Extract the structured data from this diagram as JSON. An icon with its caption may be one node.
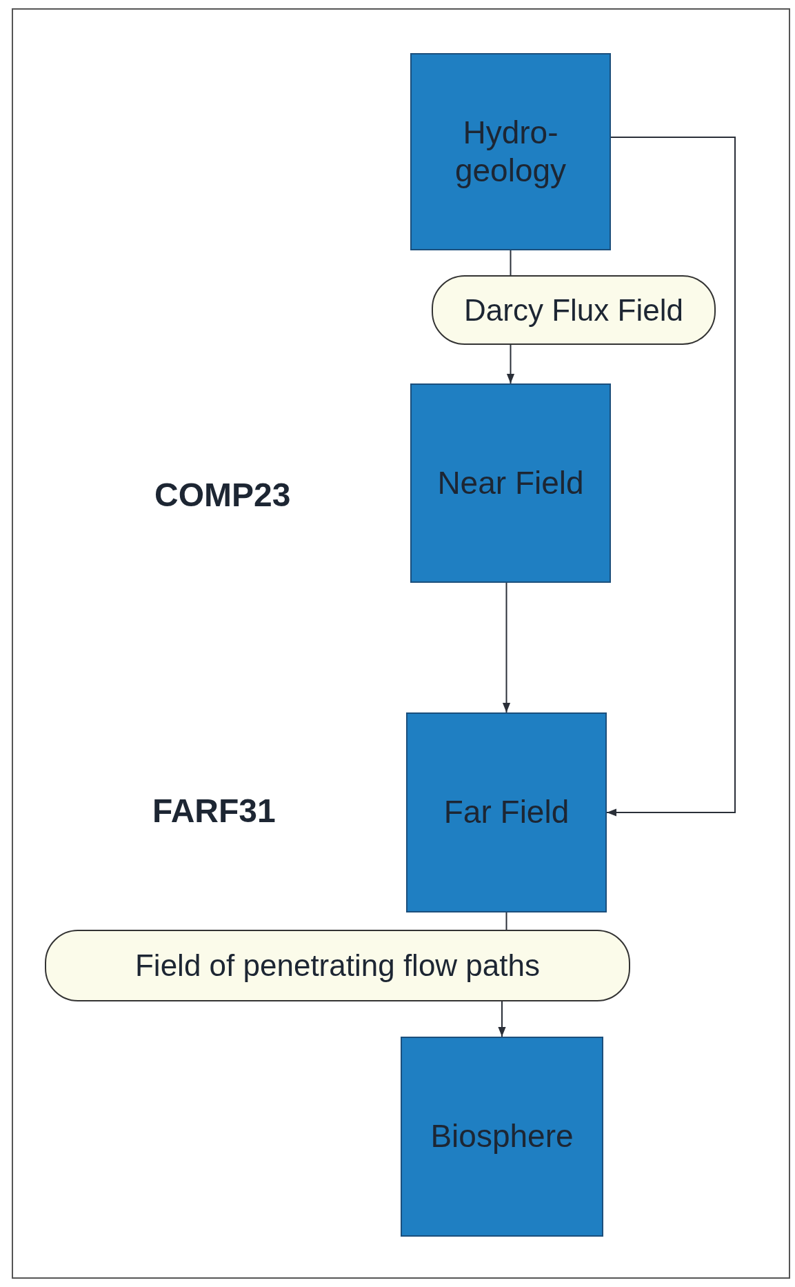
{
  "diagram": {
    "nodes": [
      {
        "text": [
          "Hydro- geology"
        ]
      },
      {
        "text": [
          "Darcy Flux Field"
        ]
      },
      {
        "text": [
          "Near Field"
        ]
      },
      {
        "text": [
          "Far Field"
        ]
      },
      {
        "text": [
          "Field of penetrating flow paths"
        ]
      },
      {
        "text": [
          "Biosphere"
        ]
      }
    ],
    "edges": [
      {
        "from": 0,
        "to": 1,
        "arrow": "none"
      },
      {
        "from": 1,
        "to": 2,
        "arrow": "to"
      },
      {
        "from": 2,
        "to": 3,
        "arrow": "to"
      },
      {
        "from": 0,
        "to": 3,
        "arrow": "to"
      },
      {
        "from": 3,
        "to": 4,
        "arrow": "none"
      },
      {
        "from": 4,
        "to": 5,
        "arrow": "to"
      }
    ],
    "labels": [
      "COMP23",
      "FARF31"
    ]
  }
}
